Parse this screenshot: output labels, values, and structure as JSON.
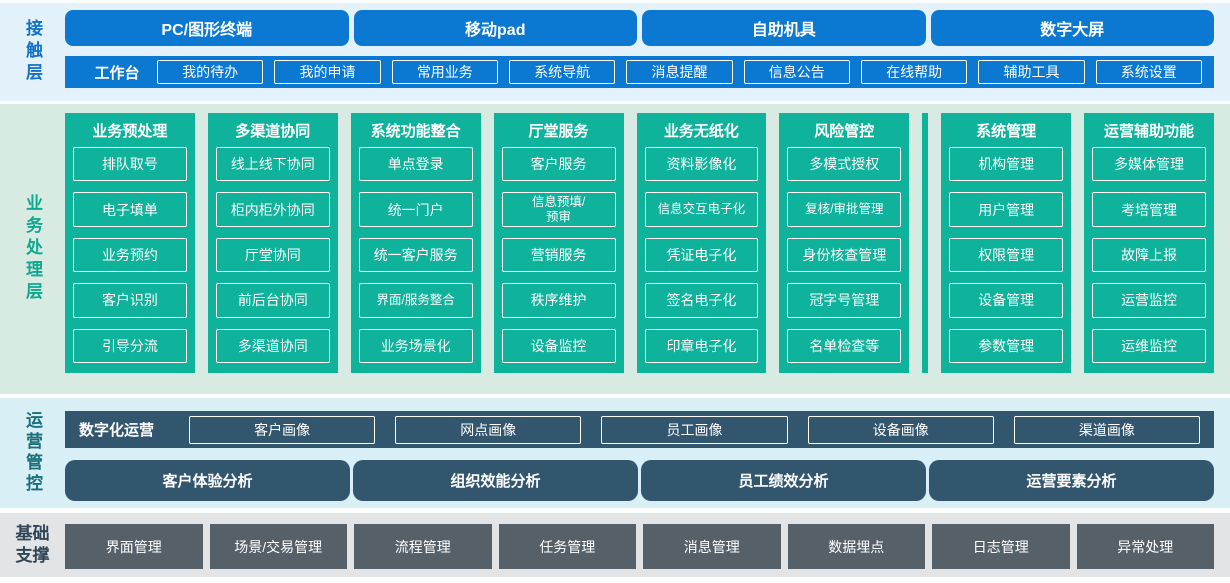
{
  "colors": {
    "blue": "#0b79d2",
    "teal": "#0fb29b",
    "slate_blue": "#33566f",
    "grey": "#566069",
    "contact_band_bg": "#e3f1fb",
    "business_band_bg": "#d8ebe2",
    "ops_band_bg": "#d8eff5",
    "base_band_bg": "#e2e4e6"
  },
  "contact_layer": {
    "label": "接触层",
    "terminals": [
      "PC/图形终端",
      "移动pad",
      "自助机具",
      "数字大屏"
    ],
    "workbench": {
      "label": "工作台",
      "items": [
        "我的待办",
        "我的申请",
        "常用业务",
        "系统导航",
        "消息提醒",
        "信息公告",
        "在线帮助",
        "辅助工具",
        "系统设置"
      ]
    }
  },
  "business_layer": {
    "label": "业务处理层",
    "columns": [
      {
        "title": "业务预处理",
        "items": [
          "排队取号",
          "电子填单",
          "业务预约",
          "客户识别",
          "引导分流"
        ]
      },
      {
        "title": "多渠道协同",
        "items": [
          "线上线下协同",
          "柜内柜外协同",
          "厅堂协同",
          "前后台协同",
          "多渠道协同"
        ]
      },
      {
        "title": "系统功能整合",
        "items": [
          "单点登录",
          "统一门户",
          "统一客户服务",
          "界面/服务整合",
          "业务场景化"
        ]
      },
      {
        "title": "厅堂服务",
        "items": [
          "客户服务",
          {
            "text": "信息预填/预审",
            "two_line": true
          },
          "营销服务",
          "秩序维护",
          "设备监控"
        ]
      },
      {
        "title": "业务无纸化",
        "items": [
          "资料影像化",
          "信息交互电子化",
          "凭证电子化",
          "签名电子化",
          "印章电子化"
        ]
      },
      {
        "title": "风险管控",
        "items": [
          "多模式授权",
          "复核/审批管理",
          "身份核查管理",
          "冠字号管理",
          "名单检查等"
        ]
      },
      {
        "title": "系统管理",
        "items": [
          "机构管理",
          "用户管理",
          "权限管理",
          "设备管理",
          "参数管理"
        ]
      },
      {
        "title": "运营辅助功能",
        "items": [
          "多媒体管理",
          "考培管理",
          "故障上报",
          "运营监控",
          "运维监控"
        ]
      }
    ]
  },
  "ops_layer": {
    "label": "运营管控",
    "digital_ops": {
      "label": "数字化运营",
      "items": [
        "客户画像",
        "网点画像",
        "员工画像",
        "设备画像",
        "渠道画像"
      ]
    },
    "analysis": [
      "客户体验分析",
      "组织效能分析",
      "员工绩效分析",
      "运营要素分析"
    ]
  },
  "base_layer": {
    "label": "基础支撑",
    "items": [
      "界面管理",
      "场景/交易管理",
      "流程管理",
      "任务管理",
      "消息管理",
      "数据埋点",
      "日志管理",
      "异常处理"
    ]
  }
}
